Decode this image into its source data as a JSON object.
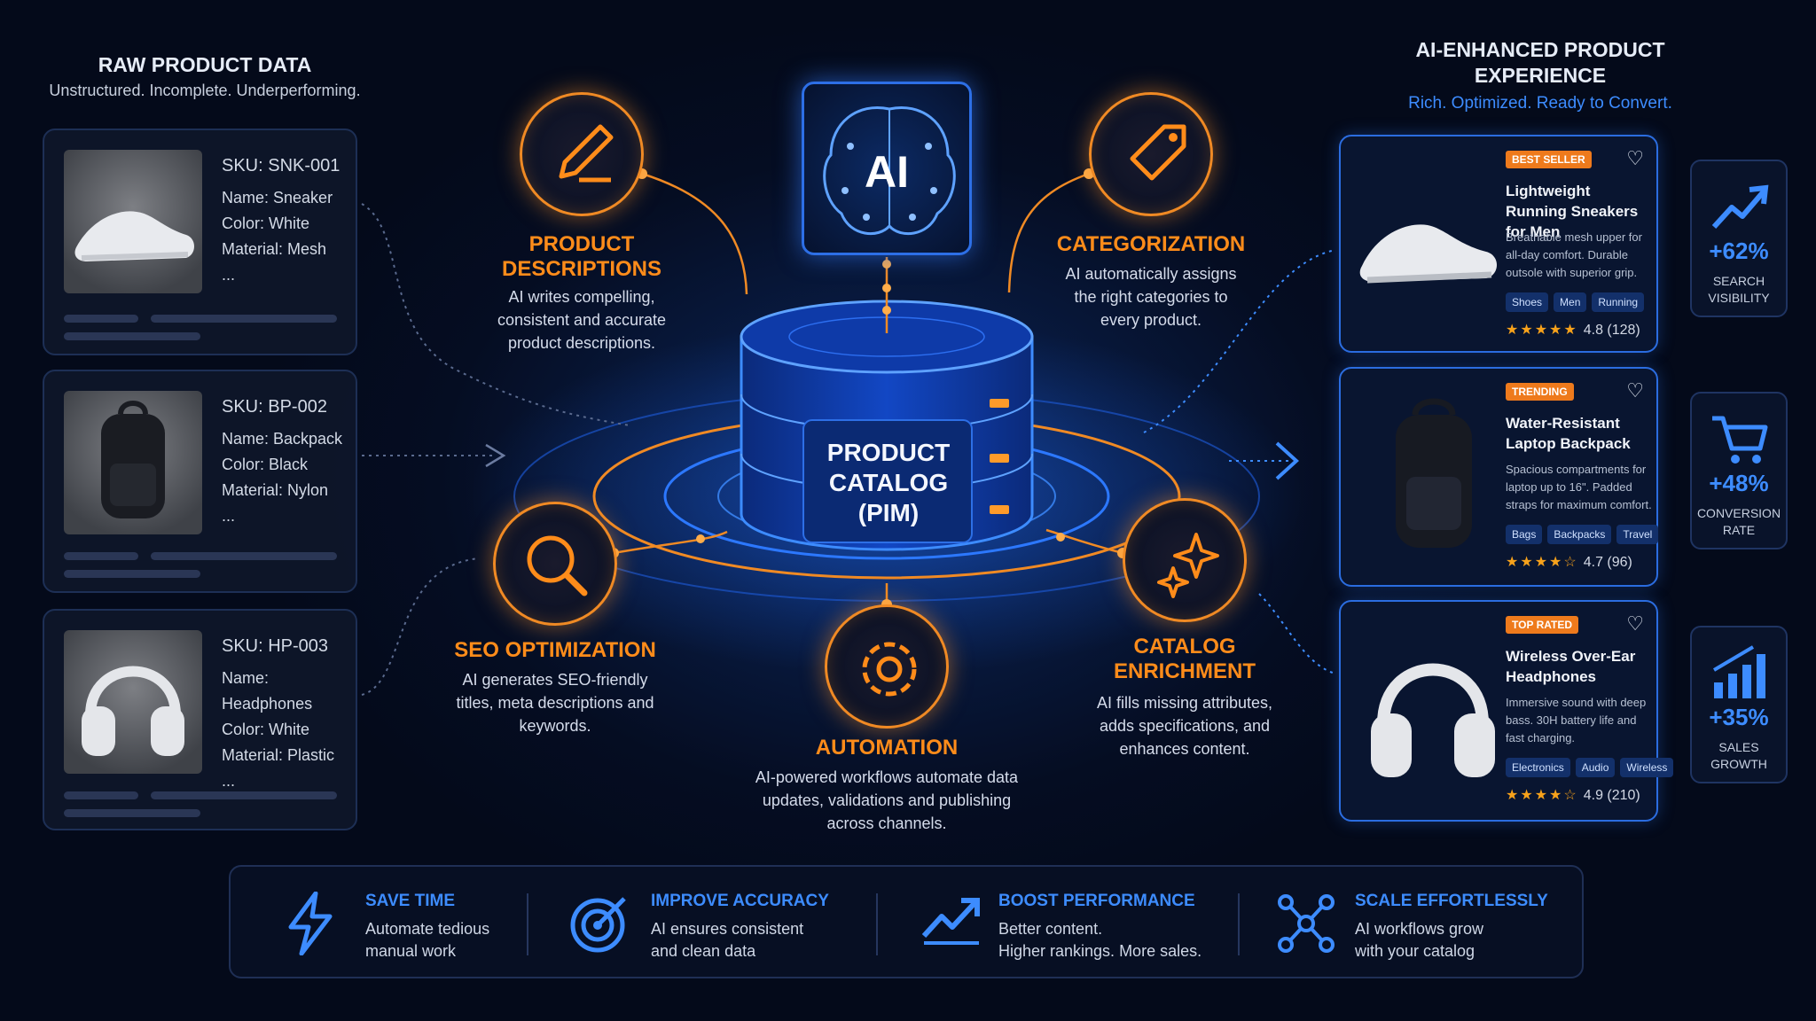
{
  "left": {
    "title": "RAW PRODUCT DATA",
    "subtitle": "Unstructured. Incomplete. Underperforming.",
    "items": [
      {
        "sku": "SKU: SNK-001",
        "name": "Name: Sneaker",
        "color": "Color: White",
        "material": "Material: Mesh",
        "more": "..."
      },
      {
        "sku": "SKU: BP-002",
        "name": "Name: Backpack",
        "color": "Color: Black",
        "material": "Material: Nylon",
        "more": "..."
      },
      {
        "sku": "SKU: HP-003",
        "name": "Name: Headphones",
        "color": "Color: White",
        "material": "Material: Plastic",
        "more": "..."
      }
    ]
  },
  "center": {
    "ai_label": "AI",
    "hub_label": "PRODUCT CATALOG (PIM)",
    "nodes": [
      {
        "icon": "pencil-icon",
        "title": "PRODUCT DESCRIPTIONS",
        "desc": "AI writes compelling, consistent and accurate product descriptions."
      },
      {
        "icon": "tag-icon",
        "title": "CATEGORIZATION",
        "desc": "AI automatically assigns the right categories to every product."
      },
      {
        "icon": "search-icon",
        "title": "SEO OPTIMIZATION",
        "desc": "AI generates SEO-friendly titles, meta descriptions and keywords."
      },
      {
        "icon": "gear-icon",
        "title": "AUTOMATION",
        "desc": "AI-powered workflows automate data updates, validations and publishing across channels."
      },
      {
        "icon": "sparkle-icon",
        "title": "CATALOG ENRICHMENT",
        "desc": "AI fills missing attributes, adds specifications, and enhances content."
      }
    ]
  },
  "right": {
    "title": "AI-ENHANCED PRODUCT EXPERIENCE",
    "subtitle": "Rich. Optimized. Ready to Convert.",
    "products": [
      {
        "badge": "BEST SELLER",
        "title": "Lightweight Running Sneakers for Men",
        "desc": "Breathable mesh upper for all-day comfort. Durable outsole with superior grip.",
        "tags": [
          "Shoes",
          "Men",
          "Running"
        ],
        "stars": "★★★★★",
        "rating": "4.8 (128)"
      },
      {
        "badge": "TRENDING",
        "title": "Water-Resistant Laptop Backpack",
        "desc": "Spacious compartments for laptop up to 16\". Padded straps for maximum comfort.",
        "tags": [
          "Bags",
          "Backpacks",
          "Travel"
        ],
        "stars": "★★★★☆",
        "rating": "4.7 (96)"
      },
      {
        "badge": "TOP RATED",
        "title": "Wireless Over-Ear Headphones",
        "desc": "Immersive sound with deep bass. 30H battery life and fast charging.",
        "tags": [
          "Electronics",
          "Audio",
          "Wireless"
        ],
        "stars": "★★★★☆",
        "rating": "4.9 (210)"
      }
    ],
    "stats": [
      {
        "icon": "trend-up-icon",
        "value": "+62%",
        "label": "SEARCH VISIBILITY"
      },
      {
        "icon": "cart-icon",
        "value": "+48%",
        "label": "CONVERSION RATE"
      },
      {
        "icon": "bar-growth-icon",
        "value": "+35%",
        "label": "SALES GROWTH"
      }
    ]
  },
  "benefits": [
    {
      "icon": "lightning-icon",
      "title": "SAVE TIME",
      "line1": "Automate tedious",
      "line2": "manual work"
    },
    {
      "icon": "target-icon",
      "title": "IMPROVE ACCURACY",
      "line1": "AI ensures consistent",
      "line2": "and clean data"
    },
    {
      "icon": "chart-up-icon",
      "title": "BOOST PERFORMANCE",
      "line1": "Better content.",
      "line2": "Higher rankings. More sales."
    },
    {
      "icon": "network-icon",
      "title": "SCALE EFFORTLESSLY",
      "line1": "AI workflows grow",
      "line2": "with your catalog"
    }
  ],
  "colors": {
    "orange": "#ff8c1a",
    "blue": "#3d8cff",
    "background": "#050d22"
  }
}
